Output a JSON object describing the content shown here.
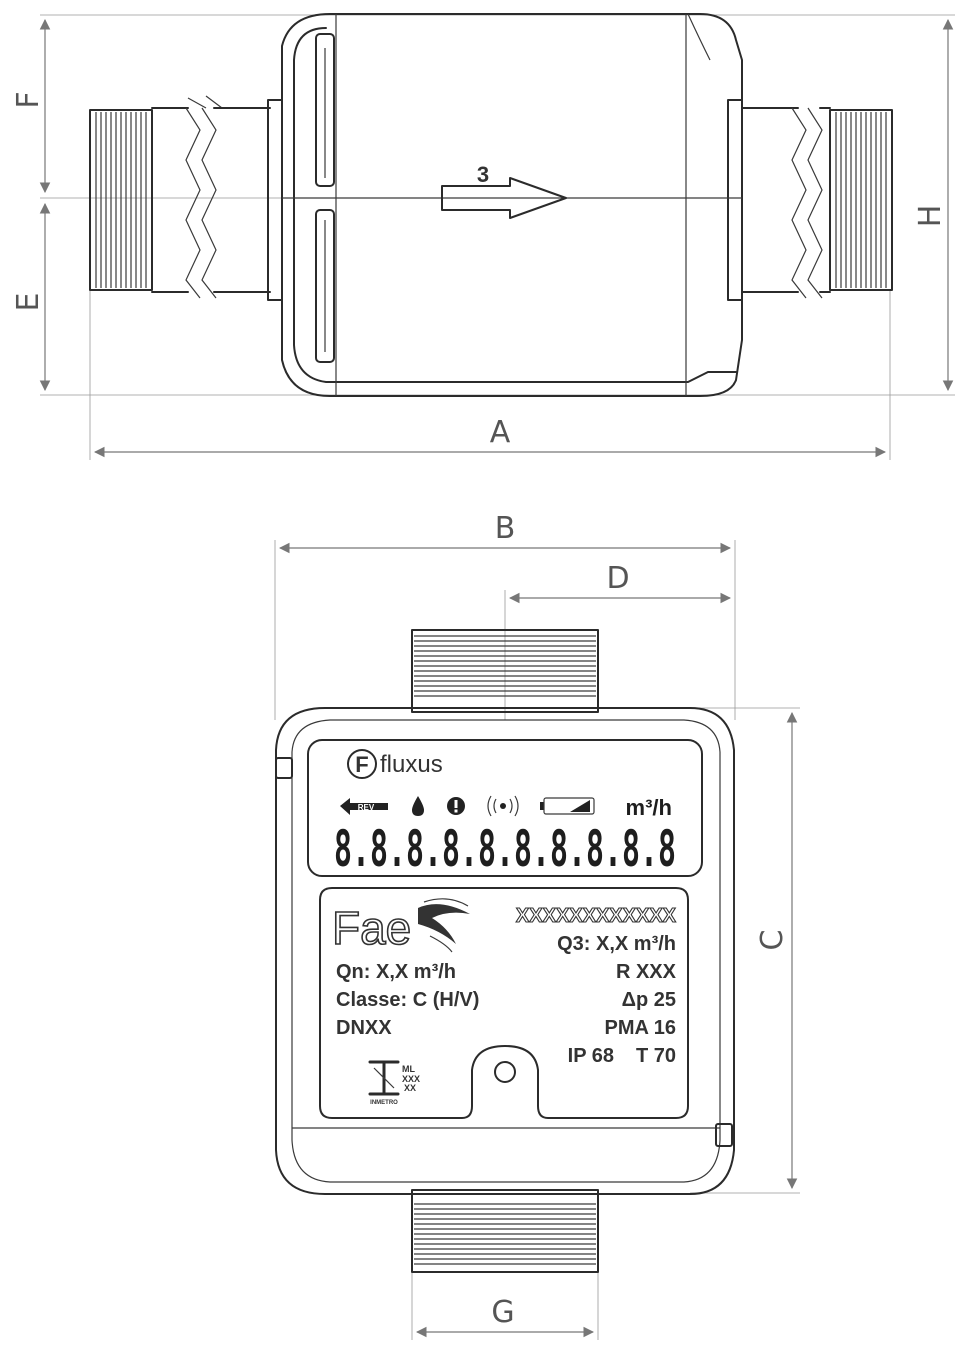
{
  "dimensions": {
    "a": "A",
    "b": "B",
    "c": "C",
    "d": "D",
    "e": "E",
    "f": "F",
    "g": "G",
    "h": "H"
  },
  "flow_number": "3",
  "display": {
    "brand": "fluxus",
    "rev": "REV",
    "unit": "m³/h",
    "digits": "8.8.8.8.8.8.8.8.8.8"
  },
  "plate": {
    "maker": "Fae",
    "serial": "XXXXXXXXXXXX",
    "q3": "Q3: X,X m³/h",
    "qn": "Qn: X,X m³/h",
    "r": "R XXX",
    "classe": "Classe: C (H/V)",
    "dp": "Δp 25",
    "dn": "DNXX",
    "pma": "PMA 16",
    "ip": "IP 68",
    "t": "T 70",
    "mark_line1": "ML",
    "mark_line2": "XXX",
    "mark_line3": "XX",
    "mark_label": "INMETRO"
  },
  "colors": {
    "line": "#2b2b2b",
    "dimension": "#777777"
  }
}
